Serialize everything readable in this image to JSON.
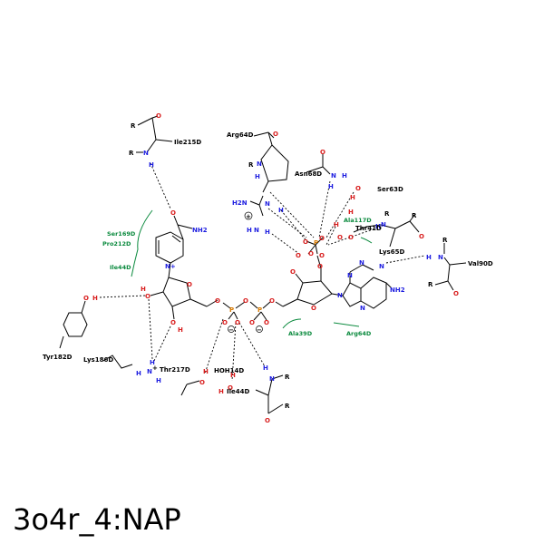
{
  "title": "3o4r_4:NAP",
  "residues": {
    "ile215": "Ile215D",
    "arg64_top": "Arg64D",
    "asn68": "Asn68D",
    "ser63": "Ser63D",
    "ala117": "Ala117D",
    "thr41": "Thr41D",
    "lys65": "Lys65D",
    "val90": "Val90D",
    "ser169": "Ser169D",
    "pro212": "Pro212D",
    "ile44_hp": "Ile44D",
    "tyr182": "Tyr182D",
    "lys186": "Lys186D",
    "thr217": "Thr217D",
    "hoh": "HOH14D",
    "ile44": "Ile44D",
    "ala39": "Ala39D",
    "arg64_hp": "Arg64D"
  },
  "atoms": {
    "R": "R",
    "O": "O",
    "N": "N",
    "H": "H",
    "P": "P",
    "OH": "OH",
    "NH2": "NH2",
    "H2N": "H2N",
    "Nplus": "N+",
    "plus": "+",
    "minus": "−",
    "ho": "HO",
    "O_label": "O"
  }
}
